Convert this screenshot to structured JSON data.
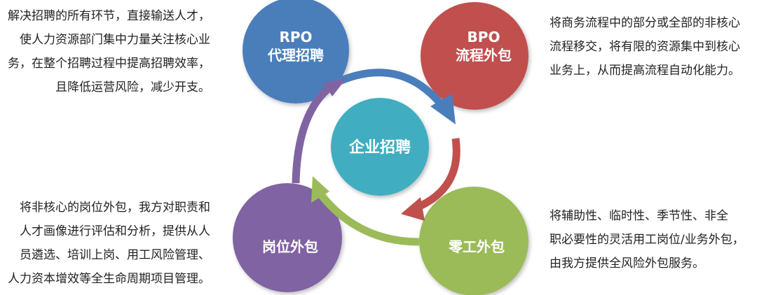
{
  "nodes": {
    "center": {
      "label": "企业招聘",
      "color": "#3faec0"
    },
    "rpo": {
      "line1": "RPO",
      "line2": "代理招聘",
      "color": "#4a7ebb"
    },
    "bpo": {
      "line1": "BPO",
      "line2": "流程外包",
      "color": "#c0504d"
    },
    "post": {
      "label": "岗位外包",
      "color": "#8064a2"
    },
    "gig": {
      "label": "零工外包",
      "color": "#9bbb59"
    }
  },
  "descriptions": {
    "rpo": [
      "解决招聘的所有环节，直接输送人才，",
      "使人力资源部门集中力量关注核心业",
      "务，在整个招聘过程中提高招聘效率，",
      "且降低运营风险，减少开支。"
    ],
    "bpo": [
      "将商务流程中的部分或全部的非核心",
      "流程移交，将有限的资源集中到核心",
      "业务上，从而提高流程自动化能力。"
    ],
    "post": [
      "将非核心的岗位外包，我方对职责和",
      "人才画像进行评估和分析，提供从人",
      "员遴选、培训上岗、用工风险管理、",
      "人力资本增效等全生命周期项目管理。"
    ],
    "gig": [
      "将辅助性、临时性、季节性、非全",
      "职必要性的灵活用工岗位/业务外包，",
      "由我方提供全风险外包服务。"
    ]
  }
}
